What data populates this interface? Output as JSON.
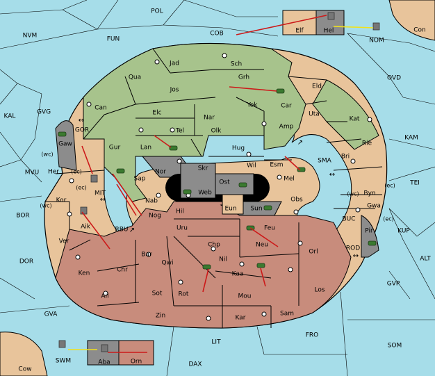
{
  "colors": {
    "sea": "#a6dde9",
    "north": "#a7c38c",
    "neutral": "#e8c49b",
    "south": "#c88c7c",
    "special": "#8c8c8c",
    "border": "#000000",
    "move_red": "#cc1a1a",
    "move_yellow": "#f0e21c",
    "unit_green": "#3b7a30"
  },
  "sea_labels": [
    {
      "id": "pol",
      "text": "POL"
    },
    {
      "id": "cob",
      "text": "COB"
    },
    {
      "id": "nvm",
      "text": "NVM"
    },
    {
      "id": "fun",
      "text": "FUN"
    },
    {
      "id": "nom",
      "text": "NOM"
    },
    {
      "id": "con",
      "text": "Con"
    },
    {
      "id": "ovd",
      "text": "OVD"
    },
    {
      "id": "kal",
      "text": "KAL"
    },
    {
      "id": "gvg",
      "text": "GVG"
    },
    {
      "id": "kam",
      "text": "KAM"
    },
    {
      "id": "mvu",
      "text": "MVU"
    },
    {
      "id": "tei",
      "text": "TEI"
    },
    {
      "id": "bor",
      "text": "BOR"
    },
    {
      "id": "kup",
      "text": "KUP"
    },
    {
      "id": "dor",
      "text": "DOR"
    },
    {
      "id": "alt",
      "text": "ALT"
    },
    {
      "id": "gvp",
      "text": "GVP"
    },
    {
      "id": "gva",
      "text": "GVA"
    },
    {
      "id": "fro",
      "text": "FRO"
    },
    {
      "id": "som",
      "text": "SOM"
    },
    {
      "id": "lit",
      "text": "LIT"
    },
    {
      "id": "swm",
      "text": "SWM"
    },
    {
      "id": "dax",
      "text": "DAX"
    },
    {
      "id": "cow",
      "text": "Cow"
    },
    {
      "id": "gor",
      "text": "GOR"
    },
    {
      "id": "mit",
      "text": "MIT"
    },
    {
      "id": "rbu",
      "text": "RBU"
    },
    {
      "id": "sma",
      "text": "SMA"
    },
    {
      "id": "buc",
      "text": "BUC"
    },
    {
      "id": "rod",
      "text": "ROD"
    }
  ],
  "land_labels": [
    {
      "id": "jad",
      "text": "Jad"
    },
    {
      "id": "sch",
      "text": "Sch"
    },
    {
      "id": "qua",
      "text": "Qua"
    },
    {
      "id": "jos",
      "text": "Jos"
    },
    {
      "id": "grh",
      "text": "Grh"
    },
    {
      "id": "eld",
      "text": "Eld"
    },
    {
      "id": "can",
      "text": "Can"
    },
    {
      "id": "elc",
      "text": "Elc"
    },
    {
      "id": "nar",
      "text": "Nar"
    },
    {
      "id": "yok",
      "text": "Yok"
    },
    {
      "id": "car",
      "text": "Car"
    },
    {
      "id": "uta",
      "text": "Uta"
    },
    {
      "id": "kat",
      "text": "Kat"
    },
    {
      "id": "tel",
      "text": "Tel"
    },
    {
      "id": "olk",
      "text": "Olk"
    },
    {
      "id": "amp",
      "text": "Amp"
    },
    {
      "id": "gaw",
      "text": "Gaw"
    },
    {
      "id": "lan",
      "text": "Lan"
    },
    {
      "id": "gur",
      "text": "Gur"
    },
    {
      "id": "hug",
      "text": "Hug"
    },
    {
      "id": "rie",
      "text": "Rie"
    },
    {
      "id": "bri",
      "text": "Bri"
    },
    {
      "id": "esm",
      "text": "Esm"
    },
    {
      "id": "wil",
      "text": "Wil"
    },
    {
      "id": "her",
      "text": "Her"
    },
    {
      "id": "nor",
      "text": "Nor"
    },
    {
      "id": "skr",
      "text": "Skr"
    },
    {
      "id": "ost",
      "text": "Ost"
    },
    {
      "id": "mel",
      "text": "Mel"
    },
    {
      "id": "sap",
      "text": "Sap"
    },
    {
      "id": "web",
      "text": "Web"
    },
    {
      "id": "byn",
      "text": "Byn"
    },
    {
      "id": "kor",
      "text": "Kor"
    },
    {
      "id": "nab",
      "text": "Nab"
    },
    {
      "id": "obs",
      "text": "Obs"
    },
    {
      "id": "gwa",
      "text": "Gwa"
    },
    {
      "id": "eun",
      "text": "Eun"
    },
    {
      "id": "hil",
      "text": "Hil"
    },
    {
      "id": "sun",
      "text": "Sun"
    },
    {
      "id": "nog",
      "text": "Nog"
    },
    {
      "id": "aik",
      "text": "Aik"
    },
    {
      "id": "uru",
      "text": "Uru"
    },
    {
      "id": "feu",
      "text": "Feu"
    },
    {
      "id": "pir",
      "text": "Pir"
    },
    {
      "id": "ver",
      "text": "Ver"
    },
    {
      "id": "neu",
      "text": "Neu"
    },
    {
      "id": "chp",
      "text": "Chp"
    },
    {
      "id": "orl",
      "text": "Orl"
    },
    {
      "id": "bar",
      "text": "Bar"
    },
    {
      "id": "qwi",
      "text": "Qwi"
    },
    {
      "id": "nil",
      "text": "Nil"
    },
    {
      "id": "ken",
      "text": "Ken"
    },
    {
      "id": "chr",
      "text": "Chr"
    },
    {
      "id": "kaa",
      "text": "Kaa"
    },
    {
      "id": "los",
      "text": "Los"
    },
    {
      "id": "ail",
      "text": "Ail"
    },
    {
      "id": "sot",
      "text": "Sot"
    },
    {
      "id": "rot",
      "text": "Rot"
    },
    {
      "id": "mou",
      "text": "Mou"
    },
    {
      "id": "zin",
      "text": "Zin"
    },
    {
      "id": "kar",
      "text": "Kar"
    },
    {
      "id": "sam",
      "text": "Sam"
    },
    {
      "id": "elf",
      "text": "Elf"
    },
    {
      "id": "hel",
      "text": "Hel"
    },
    {
      "id": "aba",
      "text": "Aba"
    },
    {
      "id": "orn",
      "text": "Orn"
    }
  ],
  "coast_labels": [
    {
      "id": "wc1",
      "text": "(wc)"
    },
    {
      "id": "ec1",
      "text": "(ec)"
    },
    {
      "id": "ec2",
      "text": "(ec)"
    },
    {
      "id": "wc2",
      "text": "(wc)"
    },
    {
      "id": "wc3",
      "text": "(wc)"
    },
    {
      "id": "ec3",
      "text": "(ec)"
    },
    {
      "id": "ec4",
      "text": "(ec)"
    }
  ]
}
